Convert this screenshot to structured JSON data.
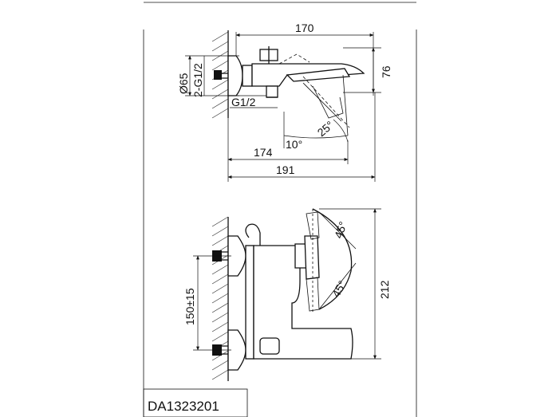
{
  "top_view": {
    "dim_width_top": "170",
    "dim_height_right": "76",
    "dim_diameter": "Ø65",
    "dim_thread": "2-G1/2",
    "dim_outlet_thread": "G1/2",
    "angle_small": "10°",
    "angle_large": "25°",
    "dim_length_174": "174",
    "dim_length_191": "191"
  },
  "front_view": {
    "angle_up": "45°",
    "angle_down": "45°",
    "dim_centers": "150±15",
    "dim_height": "212"
  },
  "model_code": "DA1323201"
}
